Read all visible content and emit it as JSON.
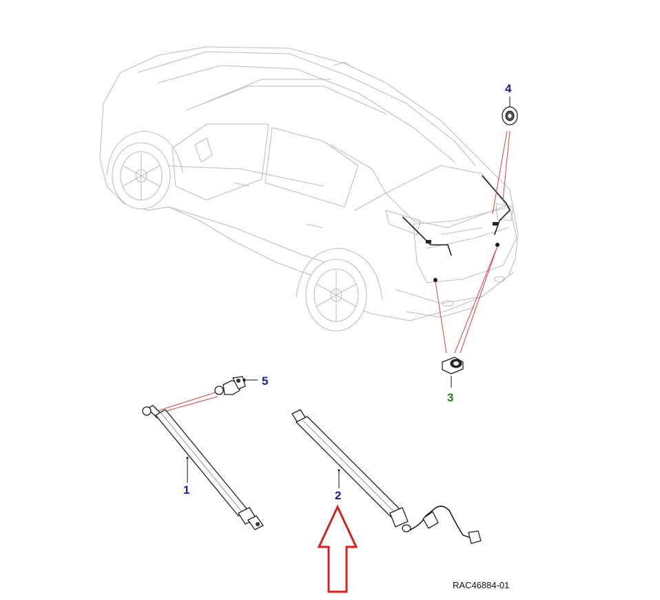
{
  "diagram": {
    "callouts": [
      {
        "id": "1",
        "label": "1",
        "color": "#1a1aa0"
      },
      {
        "id": "2",
        "label": "2",
        "color": "#1a1aa0"
      },
      {
        "id": "3",
        "label": "3",
        "color": "#1f7a1f"
      },
      {
        "id": "4",
        "label": "4",
        "color": "#1a1aa0"
      },
      {
        "id": "5",
        "label": "5",
        "color": "#1a1aa0"
      }
    ],
    "reference_code": "RAC46884-01",
    "colors": {
      "leader_line": "#d04040",
      "arrow_outline": "#d42020",
      "vehicle_outline": "#bdbdbd",
      "part_outline": "#1e1e1e"
    },
    "icons": [
      "red-arrow-up-icon"
    ]
  }
}
